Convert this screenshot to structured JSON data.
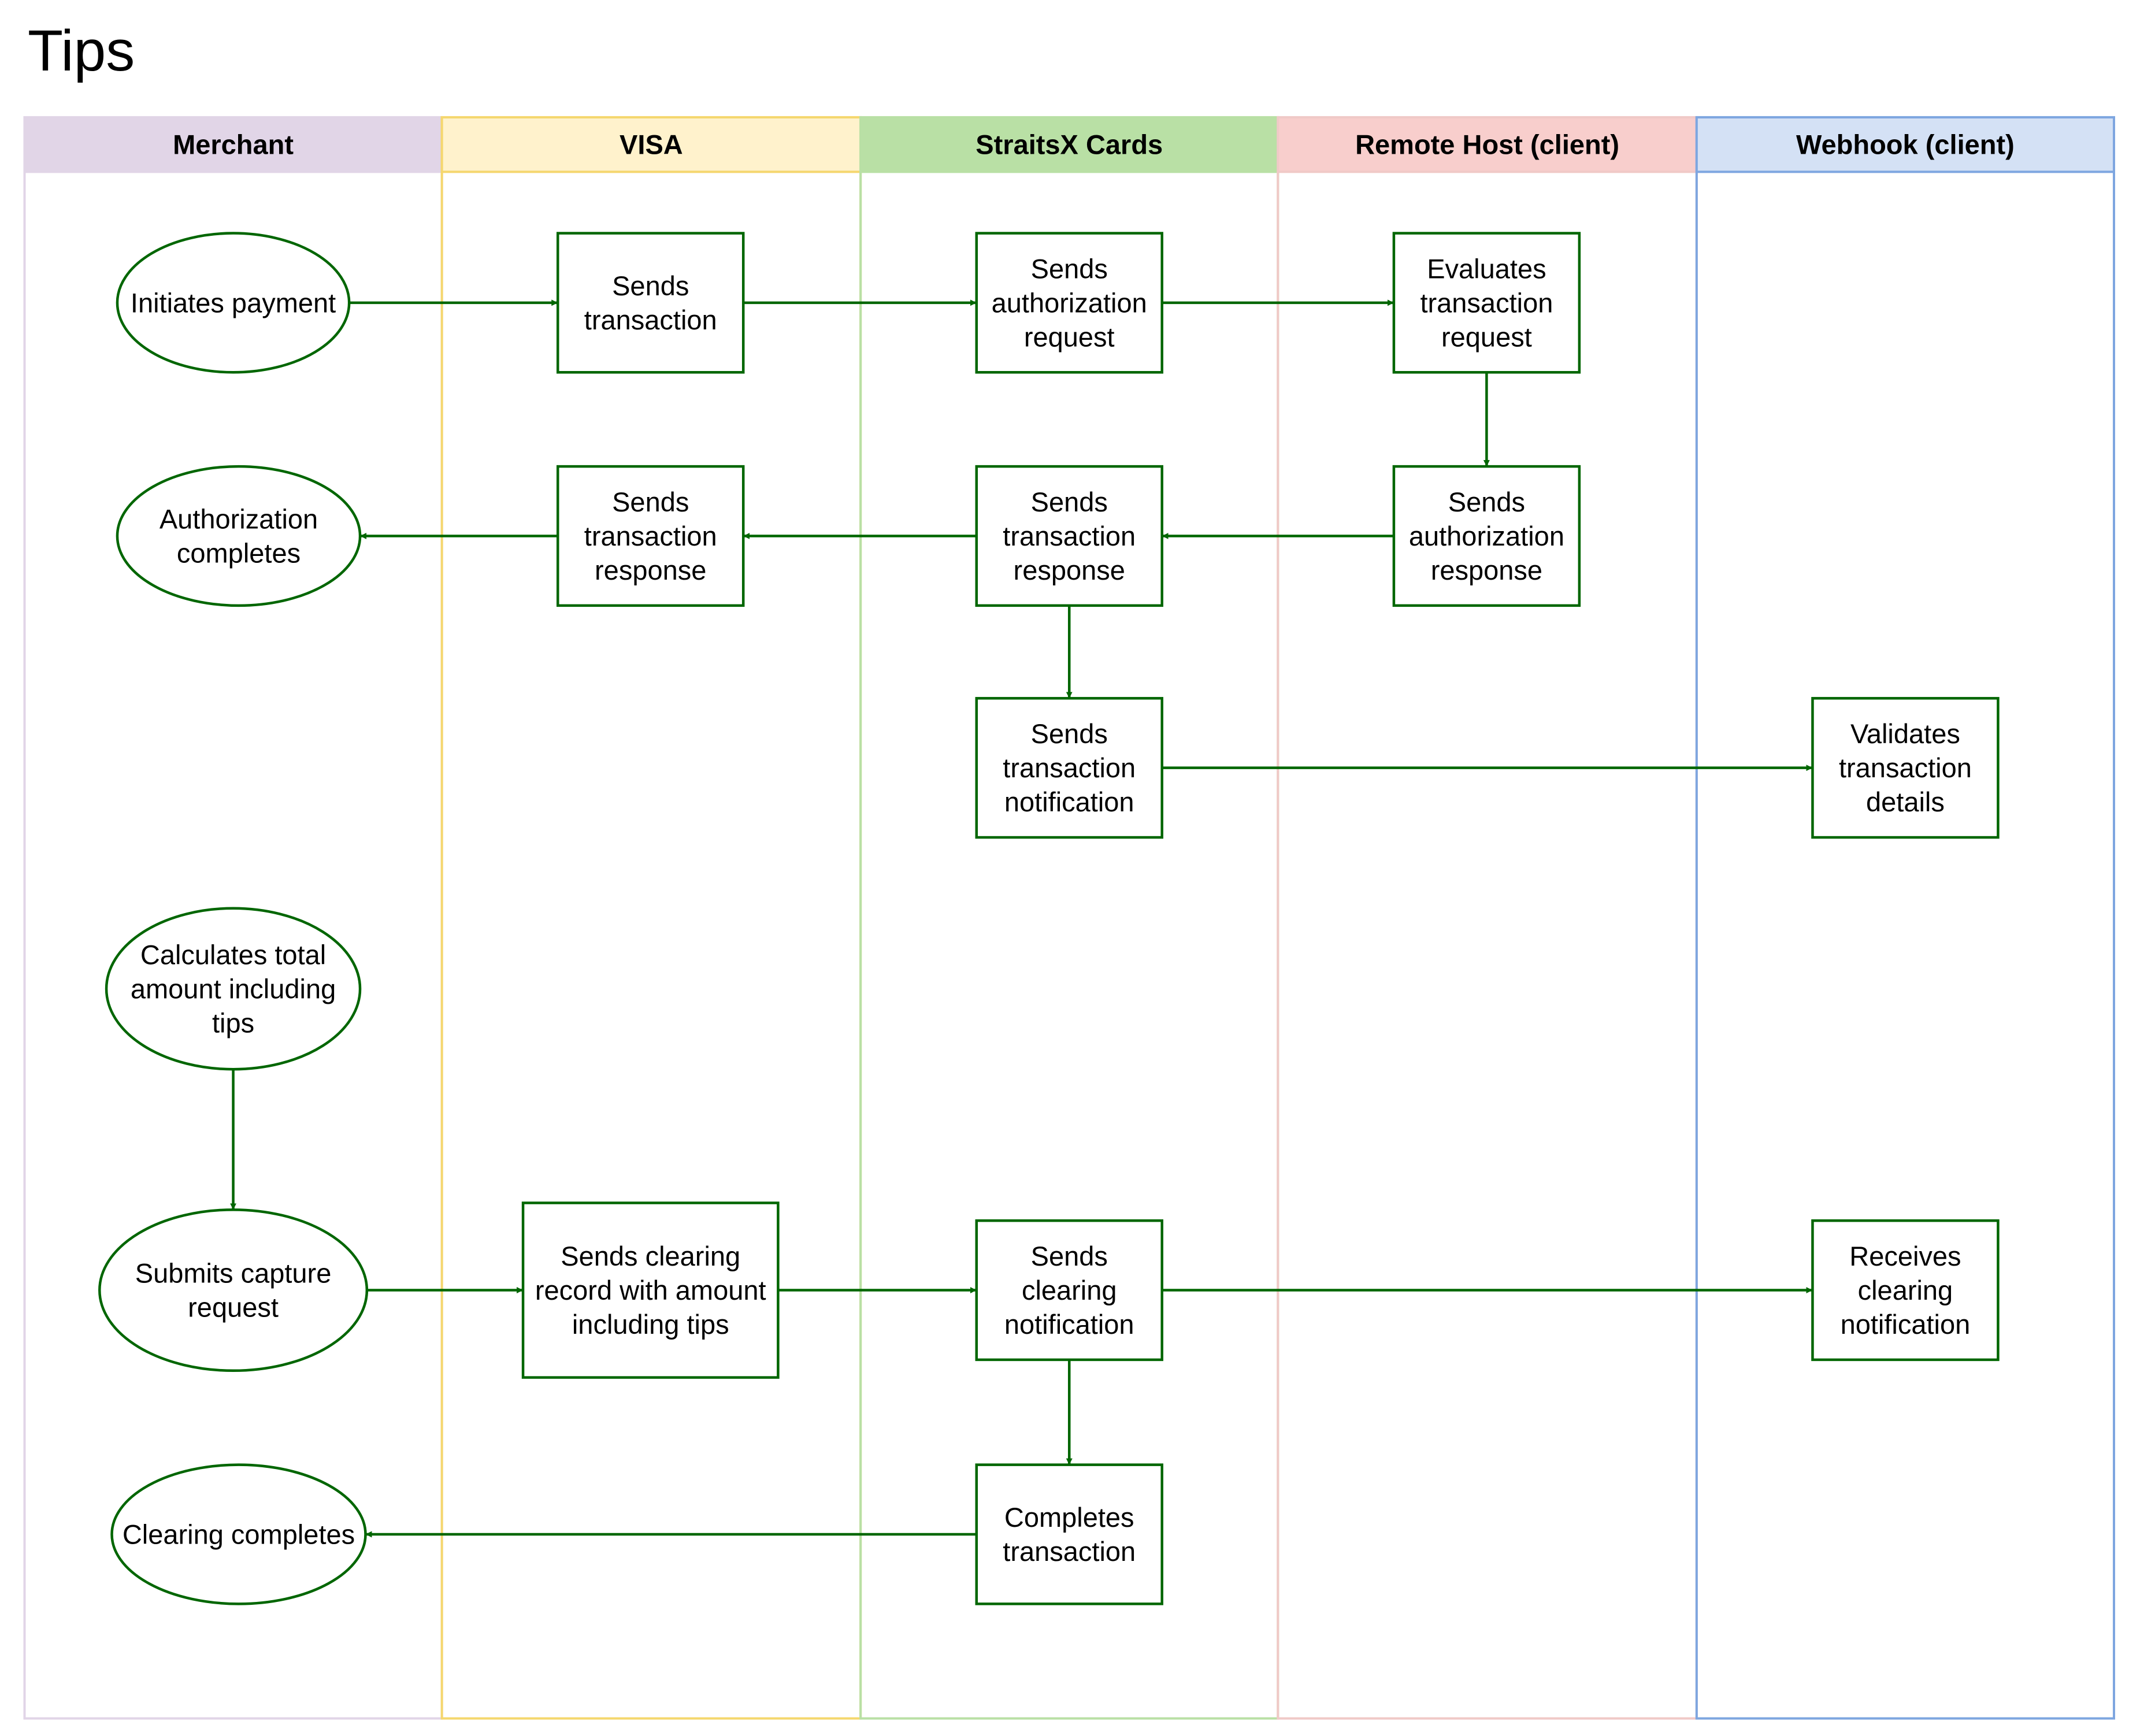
{
  "page": {
    "title": "Tips"
  },
  "lanes": [
    {
      "id": "merchant",
      "label": "Merchant",
      "header_fill": "#e1d5e7",
      "border": "#e1d5e7"
    },
    {
      "id": "visa",
      "label": "VISA",
      "header_fill": "#fff2cc",
      "border": "#f5d76e"
    },
    {
      "id": "straitsx",
      "label": "StraitsX Cards",
      "header_fill": "#b9e0a5",
      "border": "#b9e0a5"
    },
    {
      "id": "remote",
      "label": "Remote Host (client)",
      "header_fill": "#f8cecc",
      "border": "#f0c9c7"
    },
    {
      "id": "webhook",
      "label": "Webhook (client)",
      "header_fill": "#d4e1f5",
      "border": "#7ea6e0"
    }
  ],
  "nodes": [
    {
      "id": "initiates_payment",
      "shape": "ellipse",
      "lines": [
        "Initiates payment"
      ]
    },
    {
      "id": "sends_transaction",
      "shape": "box",
      "lines": [
        "Sends",
        "transaction"
      ]
    },
    {
      "id": "sends_auth_request",
      "shape": "box",
      "lines": [
        "Sends",
        "authorization",
        "request"
      ]
    },
    {
      "id": "evaluates_request",
      "shape": "box",
      "lines": [
        "Evaluates",
        "transaction",
        "request"
      ]
    },
    {
      "id": "authorization_completes",
      "shape": "ellipse",
      "lines": [
        "Authorization",
        "completes"
      ]
    },
    {
      "id": "visa_sends_response",
      "shape": "box",
      "lines": [
        "Sends",
        "transaction",
        "response"
      ]
    },
    {
      "id": "sx_sends_response",
      "shape": "box",
      "lines": [
        "Sends",
        "transaction",
        "response"
      ]
    },
    {
      "id": "sends_auth_response",
      "shape": "box",
      "lines": [
        "Sends",
        "authorization",
        "response"
      ]
    },
    {
      "id": "sends_notification",
      "shape": "box",
      "lines": [
        "Sends",
        "transaction",
        "notification"
      ]
    },
    {
      "id": "validates_details",
      "shape": "box",
      "lines": [
        "Validates",
        "transaction",
        "details"
      ]
    },
    {
      "id": "calculates_total",
      "shape": "ellipse",
      "lines": [
        "Calculates total",
        "amount including",
        "tips"
      ]
    },
    {
      "id": "submits_capture",
      "shape": "ellipse",
      "lines": [
        "Submits capture",
        "request"
      ]
    },
    {
      "id": "sends_clearing_record",
      "shape": "box",
      "lines": [
        "Sends clearing",
        "record with amount",
        "including tips"
      ]
    },
    {
      "id": "sends_clearing_notification",
      "shape": "box",
      "lines": [
        "Sends",
        "clearing",
        "notification"
      ]
    },
    {
      "id": "receives_clearing_notification",
      "shape": "box",
      "lines": [
        "Receives",
        "clearing",
        "notification"
      ]
    },
    {
      "id": "clearing_completes",
      "shape": "ellipse",
      "lines": [
        "Clearing completes"
      ]
    },
    {
      "id": "completes_transaction",
      "shape": "box",
      "lines": [
        "Completes",
        "transaction"
      ]
    }
  ],
  "edges": [
    {
      "from": "initiates_payment",
      "to": "sends_transaction"
    },
    {
      "from": "sends_transaction",
      "to": "sends_auth_request"
    },
    {
      "from": "sends_auth_request",
      "to": "evaluates_request"
    },
    {
      "from": "evaluates_request",
      "to": "sends_auth_response"
    },
    {
      "from": "sends_auth_response",
      "to": "sx_sends_response"
    },
    {
      "from": "sx_sends_response",
      "to": "visa_sends_response"
    },
    {
      "from": "visa_sends_response",
      "to": "authorization_completes"
    },
    {
      "from": "sx_sends_response",
      "to": "sends_notification"
    },
    {
      "from": "sends_notification",
      "to": "validates_details"
    },
    {
      "from": "calculates_total",
      "to": "submits_capture"
    },
    {
      "from": "submits_capture",
      "to": "sends_clearing_record"
    },
    {
      "from": "sends_clearing_record",
      "to": "sends_clearing_notification"
    },
    {
      "from": "sends_clearing_notification",
      "to": "receives_clearing_notification"
    },
    {
      "from": "sends_clearing_notification",
      "to": "completes_transaction"
    },
    {
      "from": "completes_transaction",
      "to": "clearing_completes"
    }
  ],
  "colors": {
    "node_stroke": "#006600",
    "edge": "#006600",
    "text": "#000000"
  }
}
